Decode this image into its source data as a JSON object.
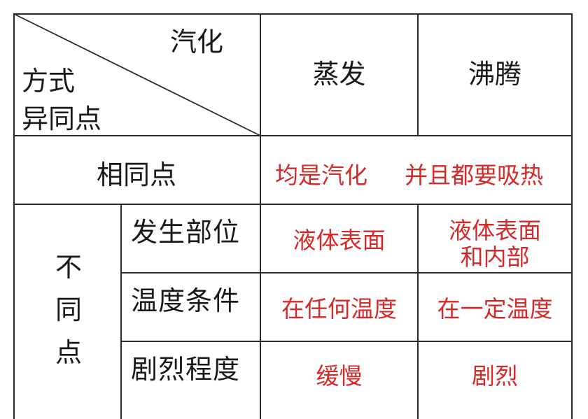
{
  "table": {
    "corner_header": {
      "top_right": "汽化",
      "bottom_left_line1": "方式",
      "bottom_left_line2": "异同点"
    },
    "columns": [
      "蒸发",
      "沸腾"
    ],
    "same_row": {
      "label": "相同点",
      "value_part1": "均是汽化",
      "value_part2": "并且都要吸热"
    },
    "diff_group": {
      "label_chars": [
        "不",
        "同",
        "点"
      ],
      "rows": [
        {
          "aspect": "发生部位",
          "evaporation": "液体表面",
          "boiling_line1": "液体表面",
          "boiling_line2": "和内部"
        },
        {
          "aspect": "温度条件",
          "evaporation": "在任何温度",
          "boiling": "在一定温度"
        },
        {
          "aspect": "剧烈程度",
          "evaporation": "缓慢",
          "boiling": "剧烈"
        }
      ]
    },
    "colors": {
      "answer_red": "#d42a2a",
      "text_black": "#1a1a1a",
      "border": "#2a2a2a"
    }
  }
}
